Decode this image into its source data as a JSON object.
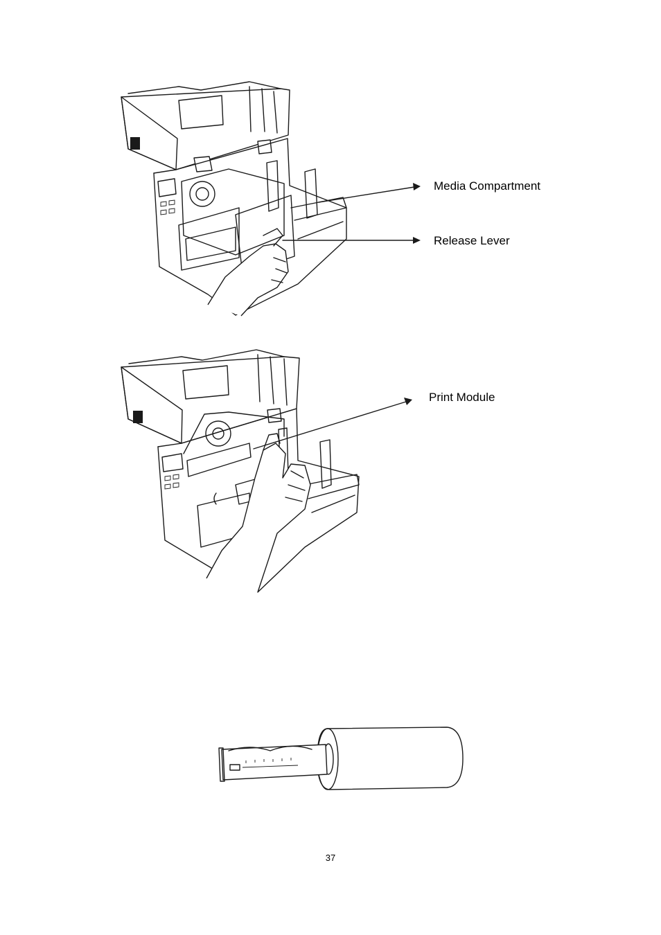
{
  "figure1": {
    "callouts": [
      {
        "label": "Media Compartment"
      },
      {
        "label": "Release Lever"
      }
    ]
  },
  "figure2": {
    "callouts": [
      {
        "label": "Print Module"
      }
    ]
  },
  "page_number": "37"
}
